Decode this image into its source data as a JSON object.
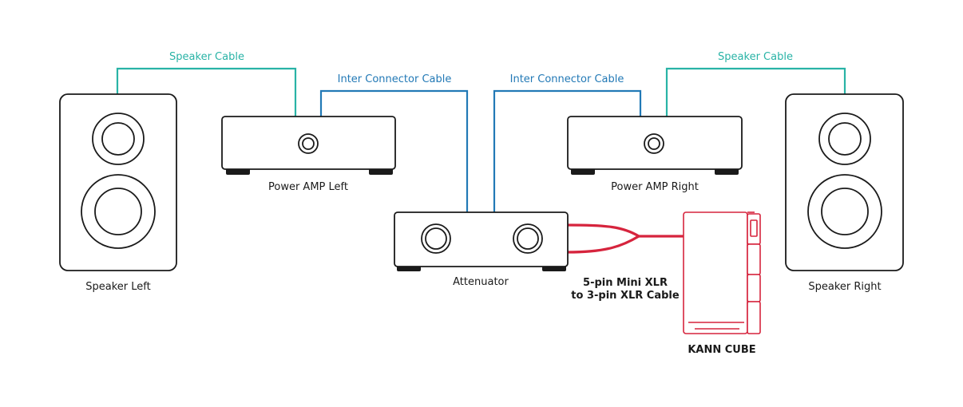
{
  "colors": {
    "speaker_cable": "#29b3a6",
    "inter_connector": "#2279b6",
    "xlr_cable": "#d6243d",
    "kann": "#d6243d",
    "device_outline": "#1a1a1a"
  },
  "labels": {
    "speaker_left": "Speaker Left",
    "speaker_right": "Speaker Right",
    "power_amp_left": "Power AMP Left",
    "power_amp_right": "Power AMP Right",
    "attenuator": "Attenuator",
    "kann_cube": "KANN CUBE",
    "speaker_cable_left": "Speaker Cable",
    "speaker_cable_right": "Speaker Cable",
    "inter_cable_left": "Inter Connector Cable",
    "inter_cable_right": "Inter Connector Cable",
    "xlr_cable_line1": "5-pin Mini XLR",
    "xlr_cable_line2": "to 3-pin XLR Cable"
  }
}
